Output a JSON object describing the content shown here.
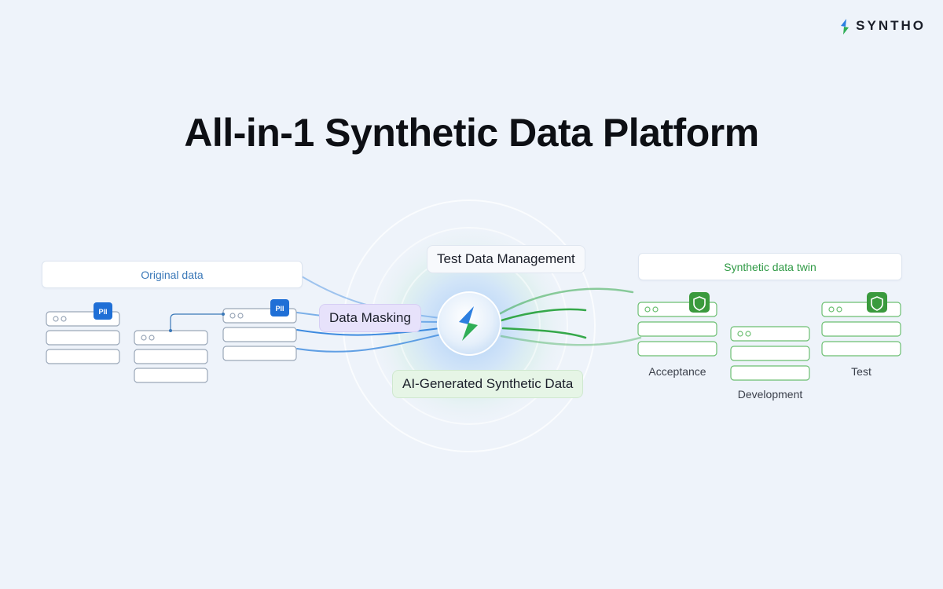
{
  "brand": {
    "name": "SYNTHO"
  },
  "title": "All-in-1 Synthetic Data Platform",
  "original": {
    "label": "Original data",
    "pii_badge": "PII"
  },
  "twin": {
    "label": "Synthetic data twin",
    "environments": [
      "Acceptance",
      "Development",
      "Test"
    ]
  },
  "hub": {
    "features": [
      "Test Data Management",
      "Data Masking",
      "AI-Generated Synthetic Data"
    ]
  },
  "colors": {
    "blue": "#3a78b8",
    "green": "#2f9a45",
    "pii": "#1f6fd6",
    "shield": "#3a9a3d"
  }
}
